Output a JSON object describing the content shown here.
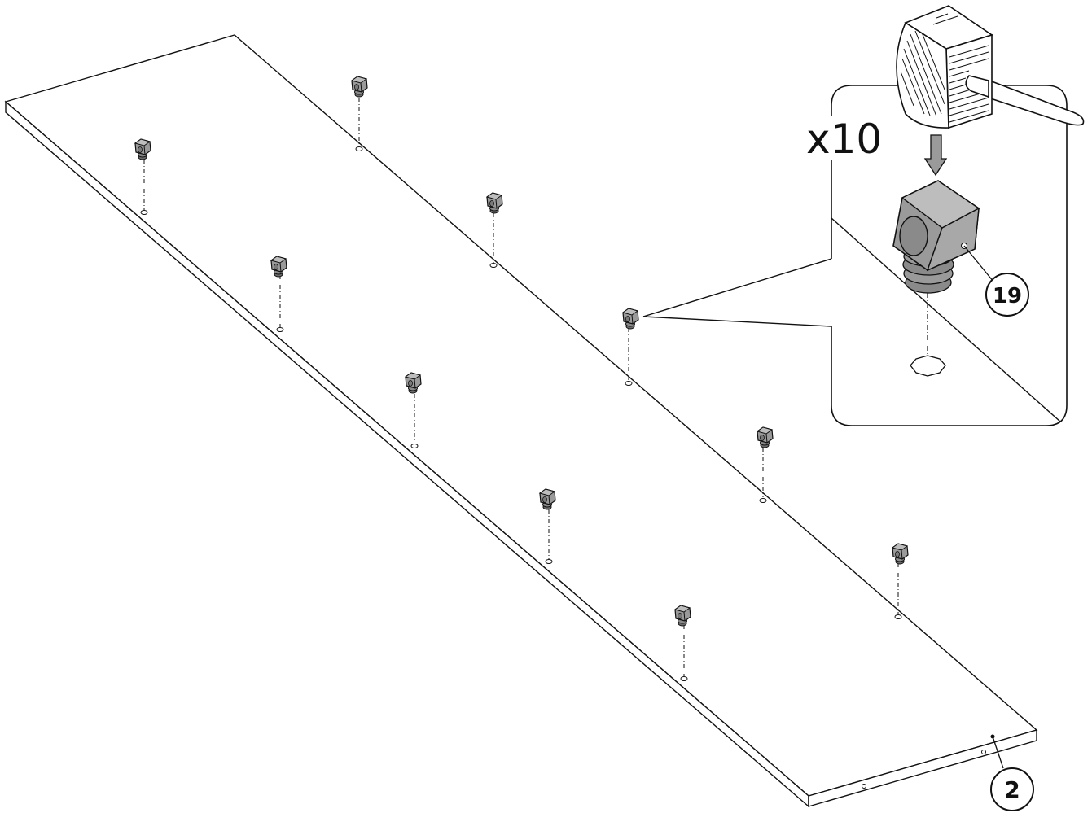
{
  "instruction": {
    "quantity_label": "x10",
    "part_callout": "19",
    "panel_callout": "2"
  },
  "colors": {
    "line": "#111111",
    "part_fill": "#9a9a9a",
    "part_top": "#bdbdbd",
    "part_dark": "#6a6a6a",
    "arrow_fill": "#9a9a9a",
    "background": "#ffffff"
  },
  "icons": {
    "tool": "mallet-icon",
    "direction": "arrow-down-icon",
    "part": "cam-lock-dowel-icon"
  }
}
